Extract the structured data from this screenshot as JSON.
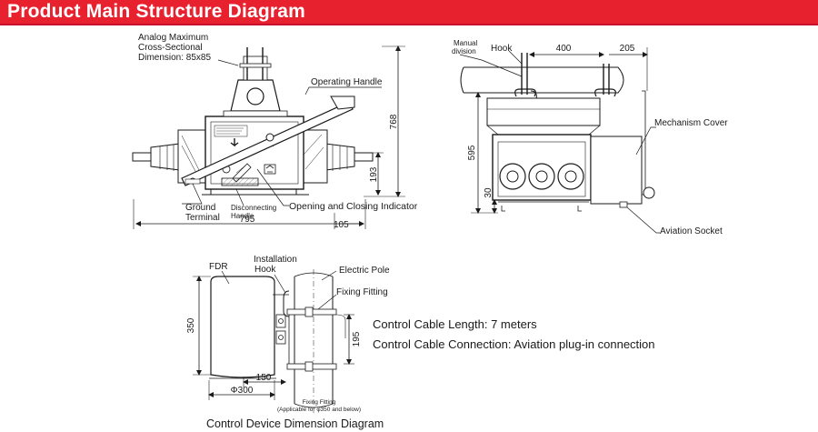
{
  "header": {
    "title": "Product Main Structure Diagram",
    "accent_color": "#e8212f"
  },
  "main_view": {
    "label_cross_section": [
      "Analog Maximum",
      "Cross-Sectional",
      "Dimension: 85x85"
    ],
    "label_operating_handle": "Operating Handle",
    "label_ground_terminal": [
      "Ground",
      "Terminal"
    ],
    "label_disconnecting_handle": [
      "Disconnecting",
      "Handle"
    ],
    "label_indicator": "Opening and Closing Indicator",
    "dim_height": "768",
    "dim_lower": "193",
    "dim_width": "795",
    "dim_offset": "105"
  },
  "side_view": {
    "label_manual_division": [
      "Manual",
      "division"
    ],
    "label_hook": "Hook",
    "dim_top_left": "400",
    "dim_top_right": "205",
    "label_mechanism_cover": "Mechanism Cover",
    "label_aviation_socket": "Aviation Socket",
    "dim_height": "595",
    "dim_base": "30"
  },
  "fdr_view": {
    "label_fdr": "FDR",
    "label_installation_hook": [
      "Installation",
      "Hook"
    ],
    "label_electric_pole": "Electric Pole",
    "label_fixing_fitting": "Fixing Fitting",
    "dim_height": "350",
    "dim_mount": "195",
    "dim_half": "150",
    "dim_diameter": "Φ300",
    "fitting_note": [
      "Fixing Fitting",
      "(Applicable for φ350 and below)"
    ]
  },
  "notes": {
    "cable_length": "Control Cable Length: 7 meters",
    "cable_connection": "Control Cable Connection: Aviation plug-in connection"
  },
  "caption": "Control Device Dimension Diagram"
}
